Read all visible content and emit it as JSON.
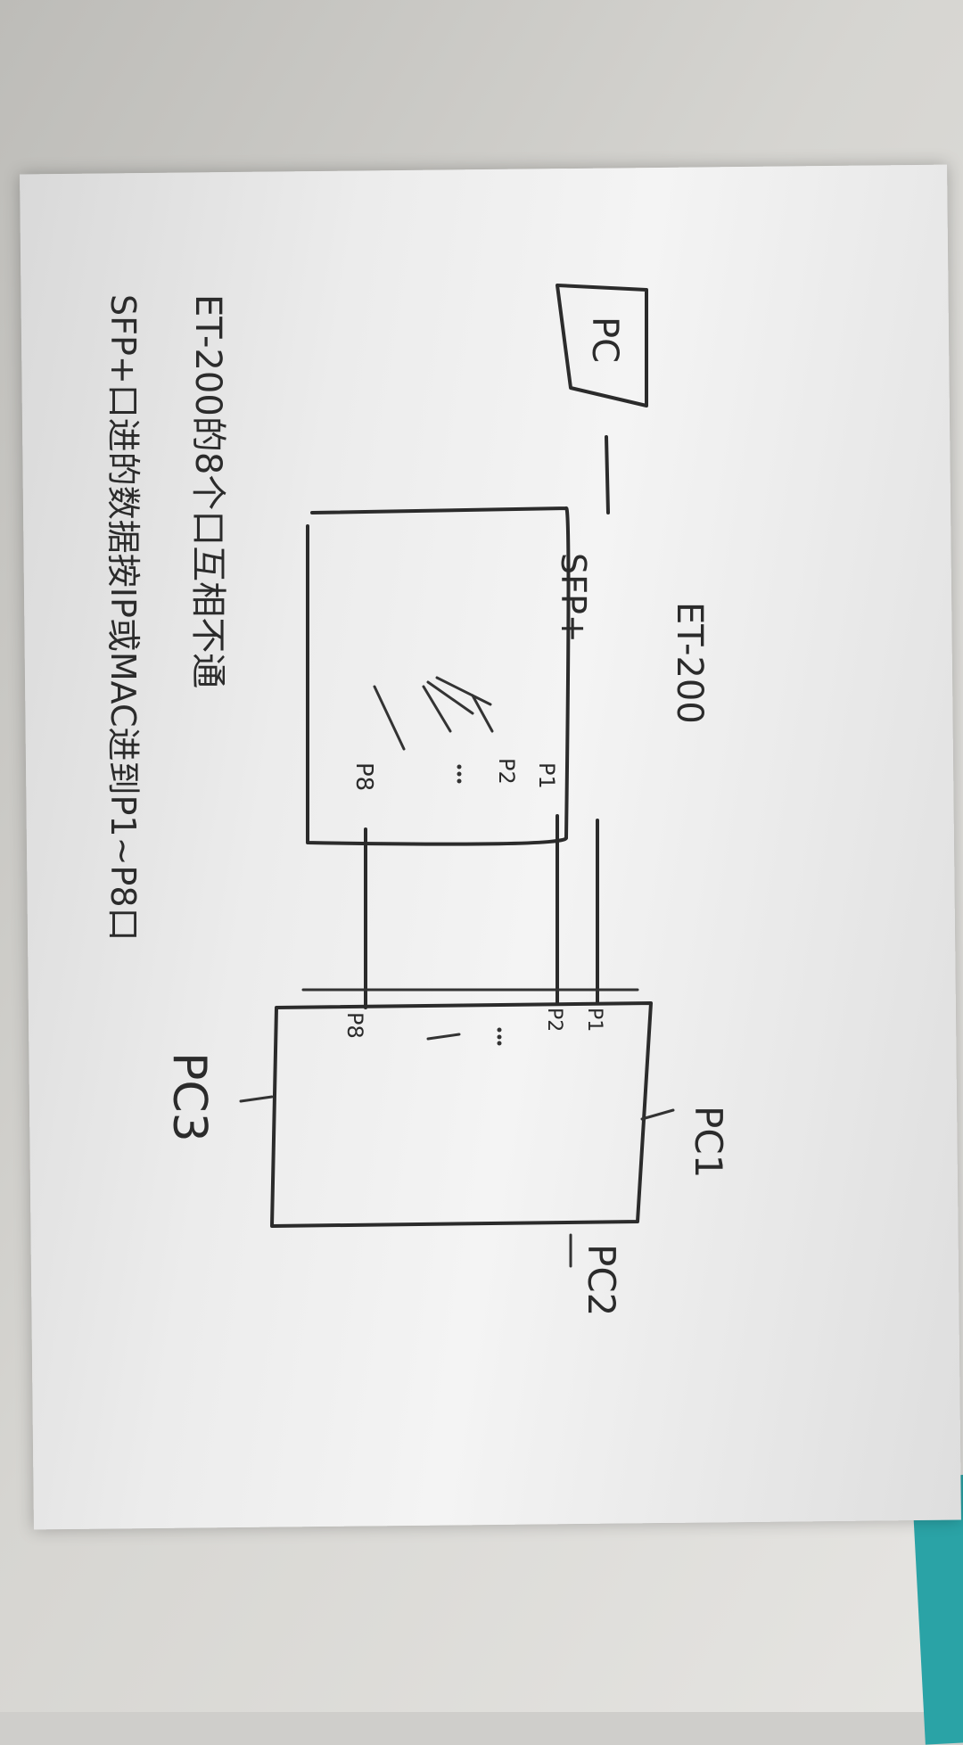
{
  "diagram": {
    "device_label": "ET-200",
    "pc_label": "PC",
    "pc1_label": "PC1",
    "pc2_label": "PC2",
    "pc3_label": "PC3",
    "sfp_label": "SFP+",
    "port_p1": "P1",
    "port_p2": "P2",
    "port_p8": "P8",
    "note_line1": "ET-200的8个口互相不通",
    "note_line2": "SFP+口进的数据按IP或MAC进到P1~P8口"
  },
  "colors": {
    "ink": "#2b2b2b",
    "paper": "#f0f0f0",
    "card": "#2aa3a6"
  }
}
